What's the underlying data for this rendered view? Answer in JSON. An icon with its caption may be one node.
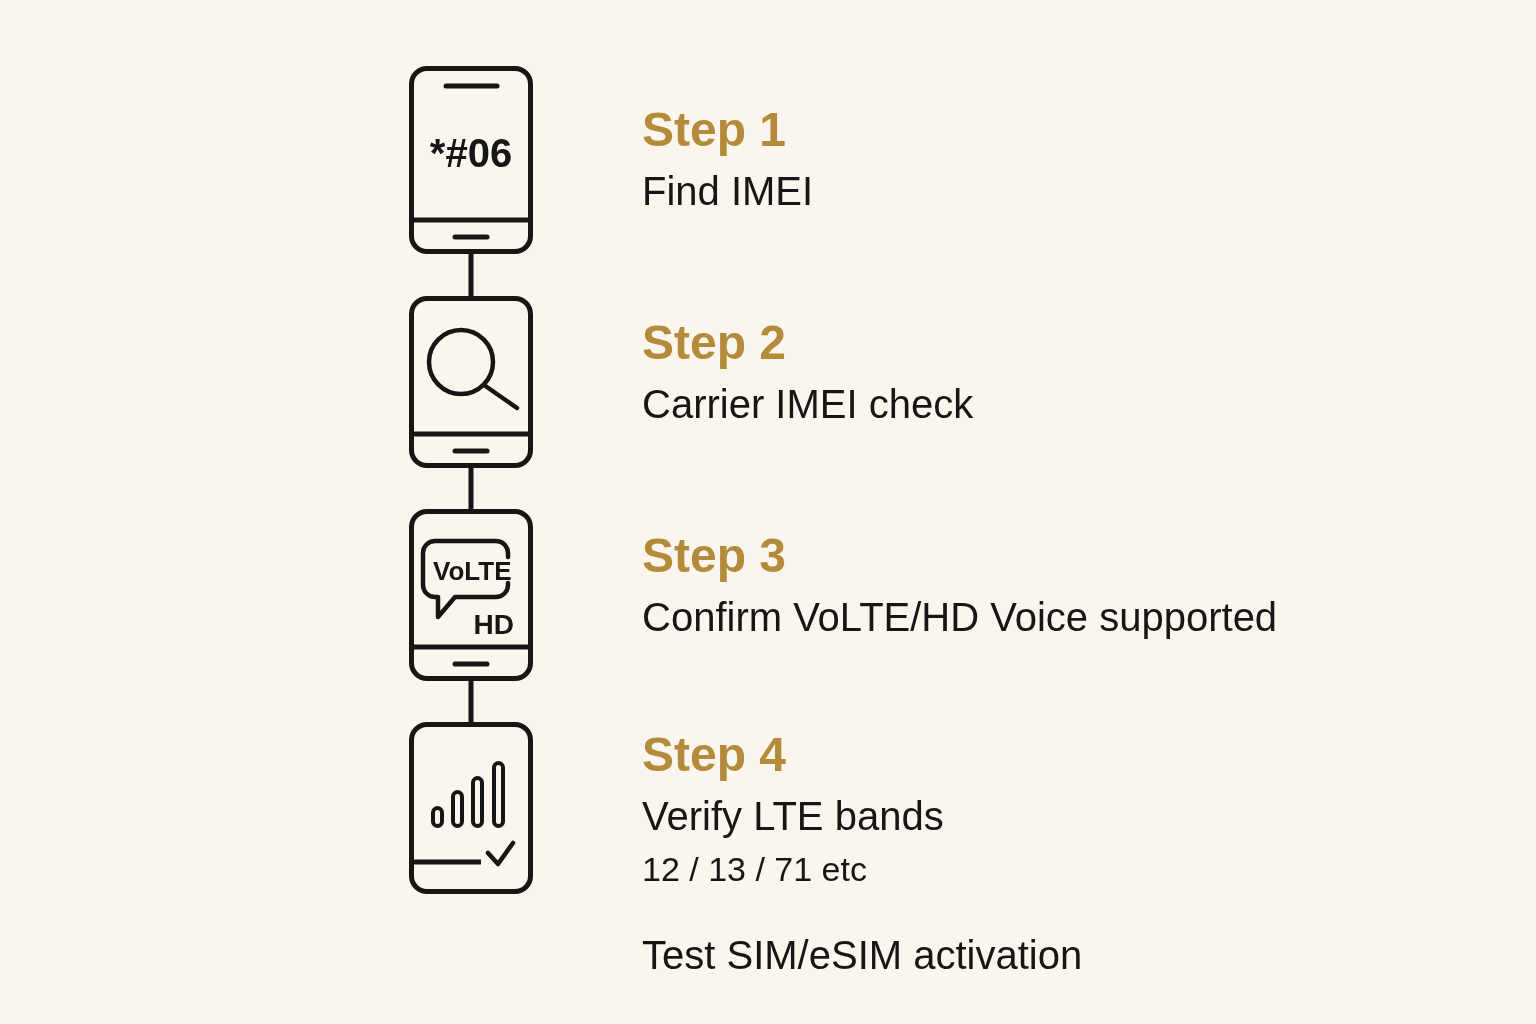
{
  "diagram": {
    "nodes": [
      {
        "text": [
          "*#06"
        ],
        "beside": [
          "Step 1",
          "Find IMEI"
        ]
      },
      {
        "text": [],
        "shape": "picture",
        "beside": [
          "Step 2",
          "Carrier IMEI check"
        ]
      },
      {
        "text": [
          "VoLTE",
          "HD"
        ],
        "beside": [
          "Step 3",
          "Confirm VoLTE/HD Voice supported"
        ]
      },
      {
        "text": [],
        "shape": "picture",
        "beside": [
          "Step 4",
          "Verify LTE bands",
          "12 / 13 / 71 etc"
        ]
      }
    ],
    "edges": [
      {
        "from": 0,
        "to": 1,
        "arrow": "none"
      },
      {
        "from": 1,
        "to": 2,
        "arrow": "none"
      },
      {
        "from": 2,
        "to": 3,
        "arrow": "none"
      }
    ],
    "labels": [
      "Test SIM/eSIM activation"
    ]
  }
}
